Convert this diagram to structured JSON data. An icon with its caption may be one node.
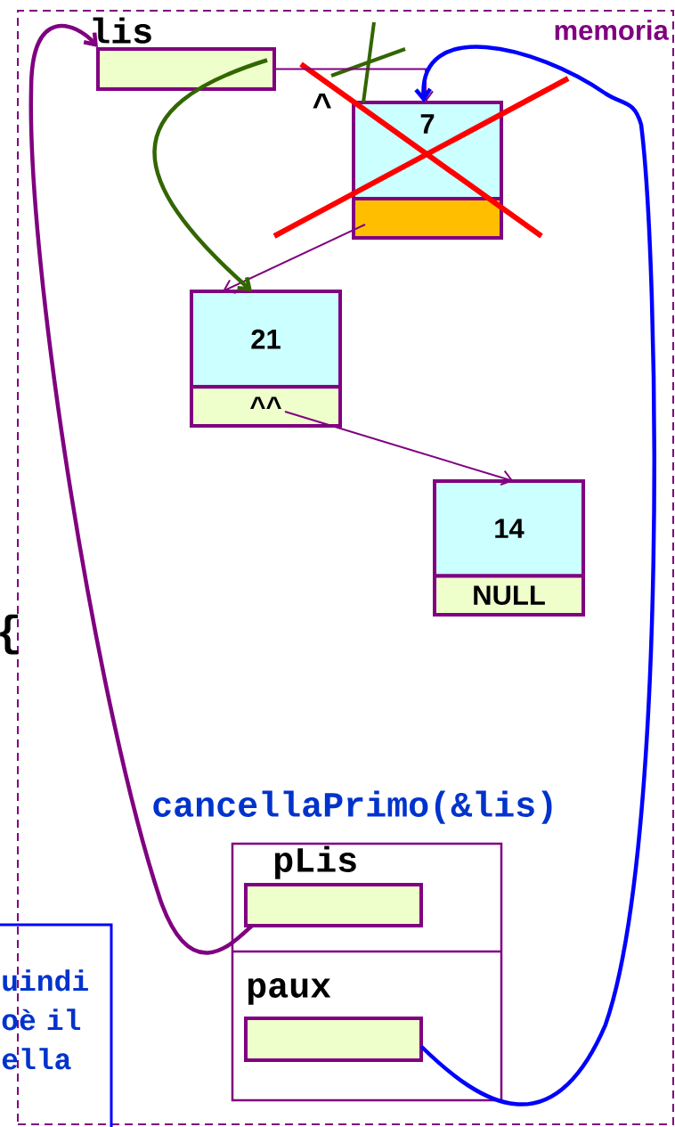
{
  "diagram": {
    "nodes": [
      {
        "text": [
          "memoria"
        ]
      },
      {
        "text": [
          "lis"
        ],
        "in": 0
      },
      {
        "text": [
          "7"
        ],
        "in": 0
      },
      {
        "text": [
          "21",
          "^^"
        ],
        "in": 0
      },
      {
        "text": [
          "14",
          "NULL"
        ],
        "in": 0
      },
      {
        "text": [
          "cancellaPrimo(&lis)"
        ],
        "in": 0
      },
      {
        "text": [
          "pLis"
        ],
        "in": 5
      },
      {
        "text": [
          "paux"
        ],
        "in": 5
      },
      {
        "text": [
          "uindi oè il ella"
        ]
      }
    ],
    "edges": [
      {
        "from": 1,
        "to": 2,
        "arrow": "to"
      },
      {
        "from": 2,
        "to": 3,
        "arrow": "to"
      },
      {
        "from": 3,
        "to": 4,
        "arrow": "to"
      },
      {
        "from": 6,
        "to": 1,
        "arrow": "to",
        "style": "thick"
      },
      {
        "from": 1,
        "to": 3,
        "arrow": "to",
        "style": "thick",
        "color": "#336600"
      },
      {
        "from": 7,
        "to": 2,
        "arrow": "to",
        "style": "thick",
        "color": "#0000ff"
      }
    ],
    "labels": [
      "^",
      "{"
    ]
  }
}
